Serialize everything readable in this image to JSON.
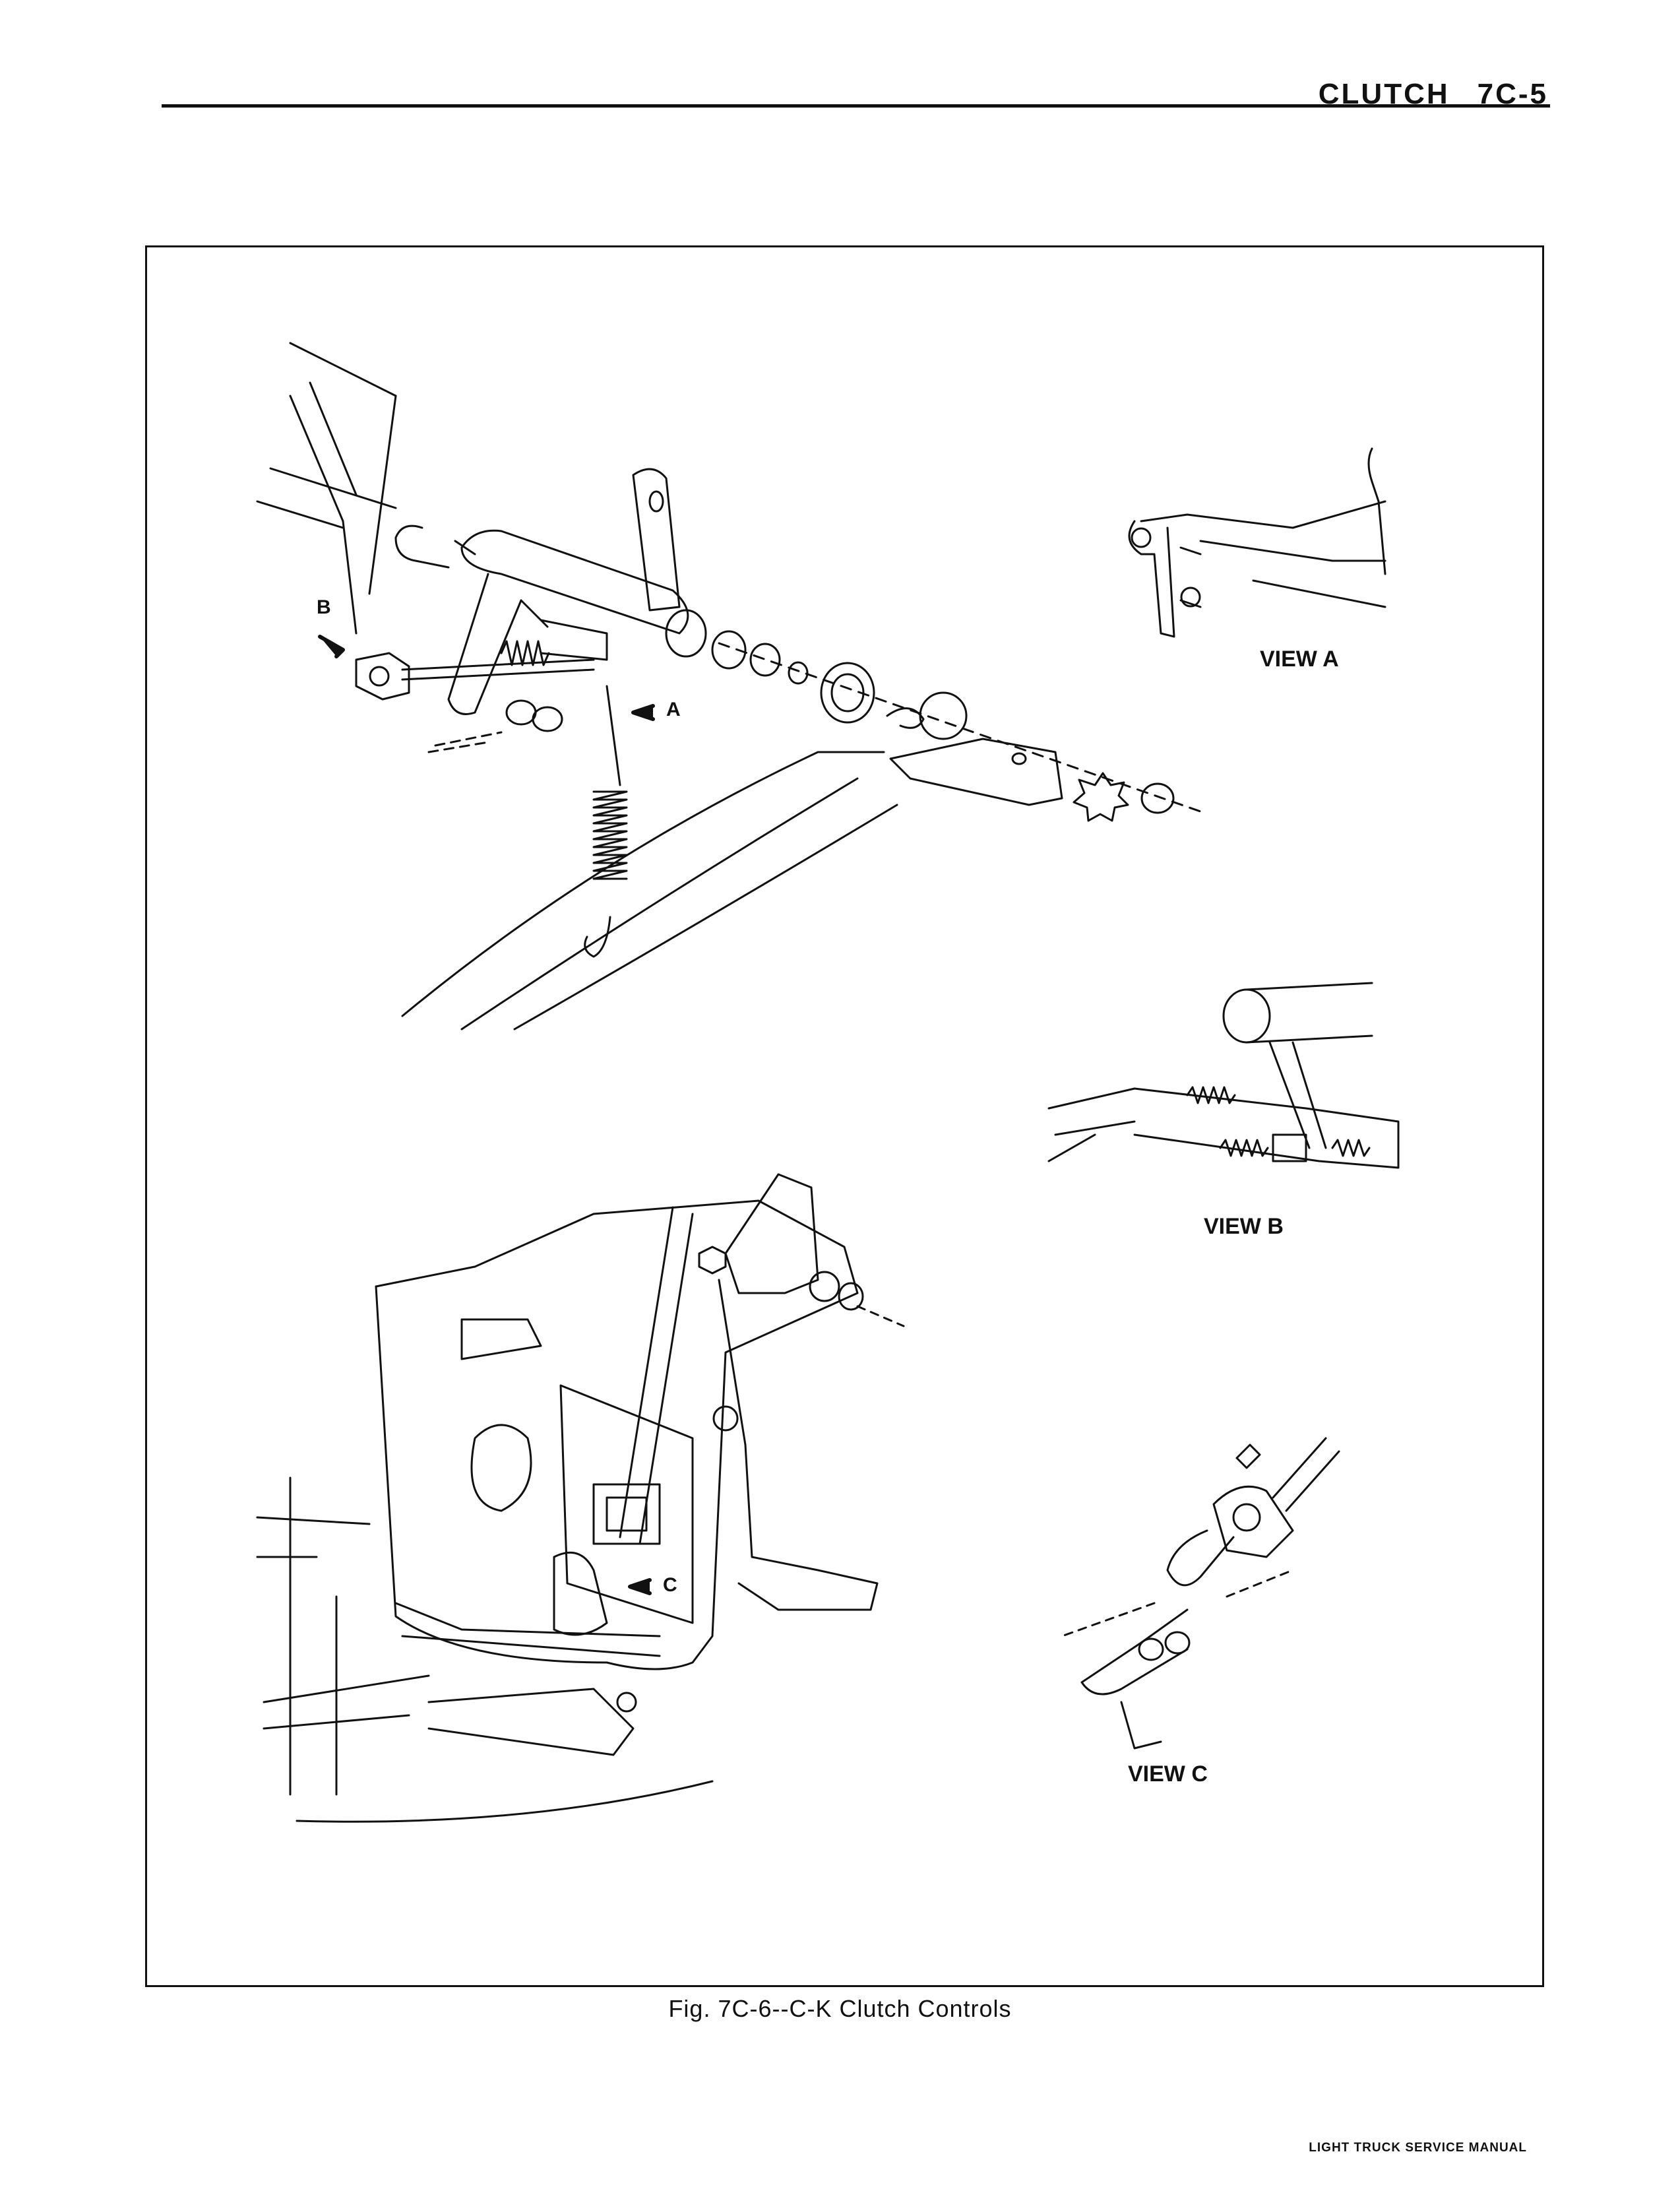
{
  "header": {
    "section": "CLUTCH",
    "page": "7C-5"
  },
  "figure": {
    "views": [
      "VIEW A",
      "VIEW B",
      "VIEW C"
    ],
    "callouts": [
      "A",
      "B",
      "C"
    ],
    "caption": "Fig. 7C-6--C-K Clutch Controls"
  },
  "footer": {
    "text": "LIGHT TRUCK SERVICE MANUAL"
  }
}
